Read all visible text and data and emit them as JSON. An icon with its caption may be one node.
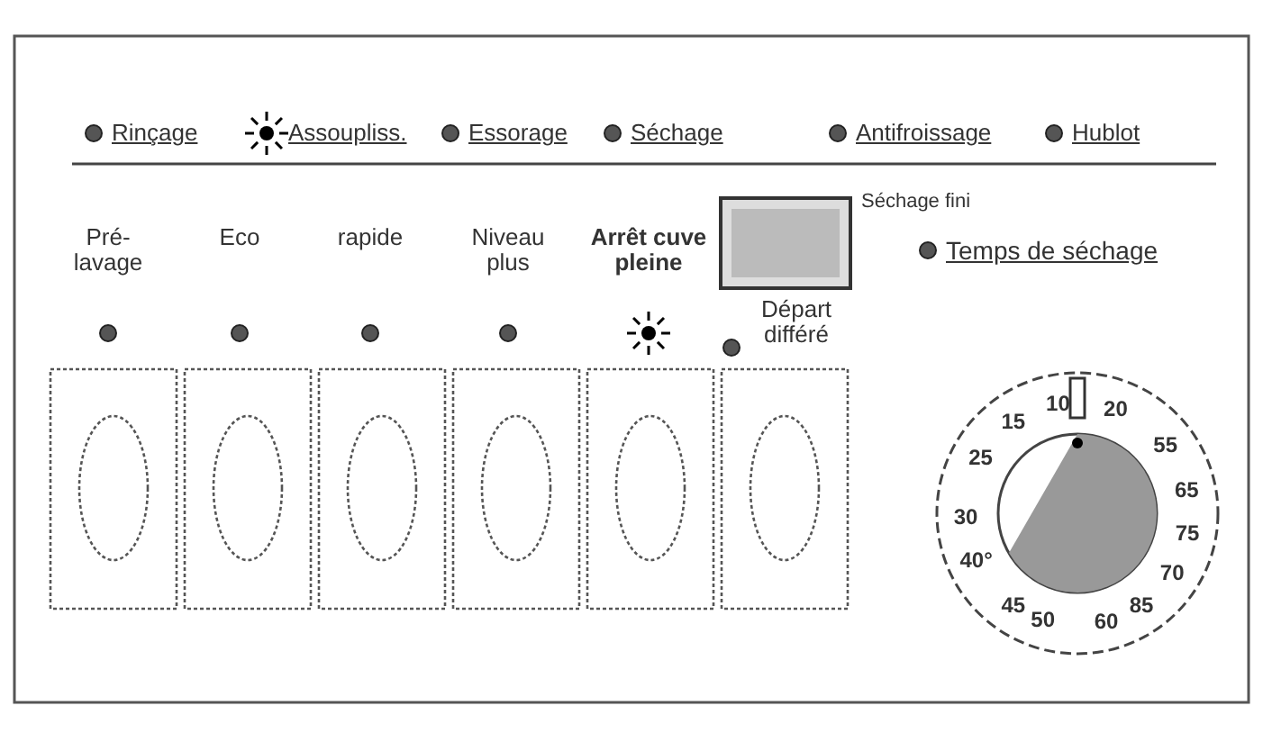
{
  "diagram": {
    "labels": [
      "Rinçage",
      "Assoupliss.",
      "Essorage",
      "Séchage",
      "Antifroissage",
      "Hublot",
      "Pré-lavage",
      "Eco",
      "rapide",
      "Niveau plus",
      "Arrêt cuve pleine",
      "Séchage fini",
      "Temps de séchage",
      "Départ différé",
      "10",
      "20",
      "15",
      "55",
      "25",
      "65",
      "30",
      "75",
      "40°",
      "70",
      "45",
      "85",
      "50",
      "60"
    ]
  }
}
